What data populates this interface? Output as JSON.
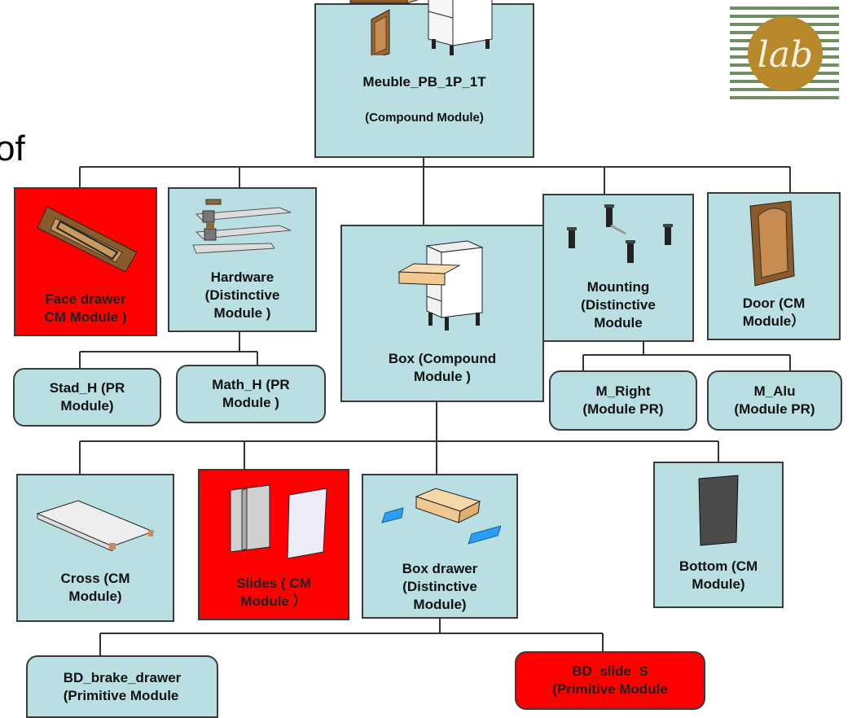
{
  "fragment_text": "of",
  "nodes": {
    "root": {
      "line1": "Meuble_PB_1P_1T",
      "line2": "(Compound Module)"
    },
    "face_drawer": {
      "label": "Face drawer\nCM Module )"
    },
    "hardware": {
      "label": "Hardware\n(Distinctive\nModule )"
    },
    "box": {
      "label": "Box  (Compound\nModule  )"
    },
    "mounting": {
      "label": "Mounting\n(Distinctive\nModule"
    },
    "door": {
      "label": "Door  (CM\nModule）"
    },
    "stad_h": {
      "label": "Stad_H  (PR\nModule)"
    },
    "math_h": {
      "label": "Math_H  (PR\nModule )"
    },
    "m_right": {
      "label": "M_Right\n(Module PR)"
    },
    "m_alu": {
      "label": "M_Alu\n(Module PR)"
    },
    "cross": {
      "label": "Cross (CM\nModule)"
    },
    "slides": {
      "label": "Slides ( CM\nModule ）"
    },
    "box_drawer": {
      "label": "Box drawer\n(Distinctive\nModule)"
    },
    "bottom": {
      "label": "Bottom  (CM\nModule)"
    },
    "bd_brake_drawer": {
      "label": "BD_brake_drawer\n(Primitive Module"
    },
    "bd_slide_s": {
      "label": "BD_slide_S\n(Primitive Module"
    }
  },
  "logo": {
    "text": "lab"
  },
  "colors": {
    "node_fill": "#b9dfe3",
    "highlight_fill": "#ff0000",
    "line": "#333333"
  }
}
